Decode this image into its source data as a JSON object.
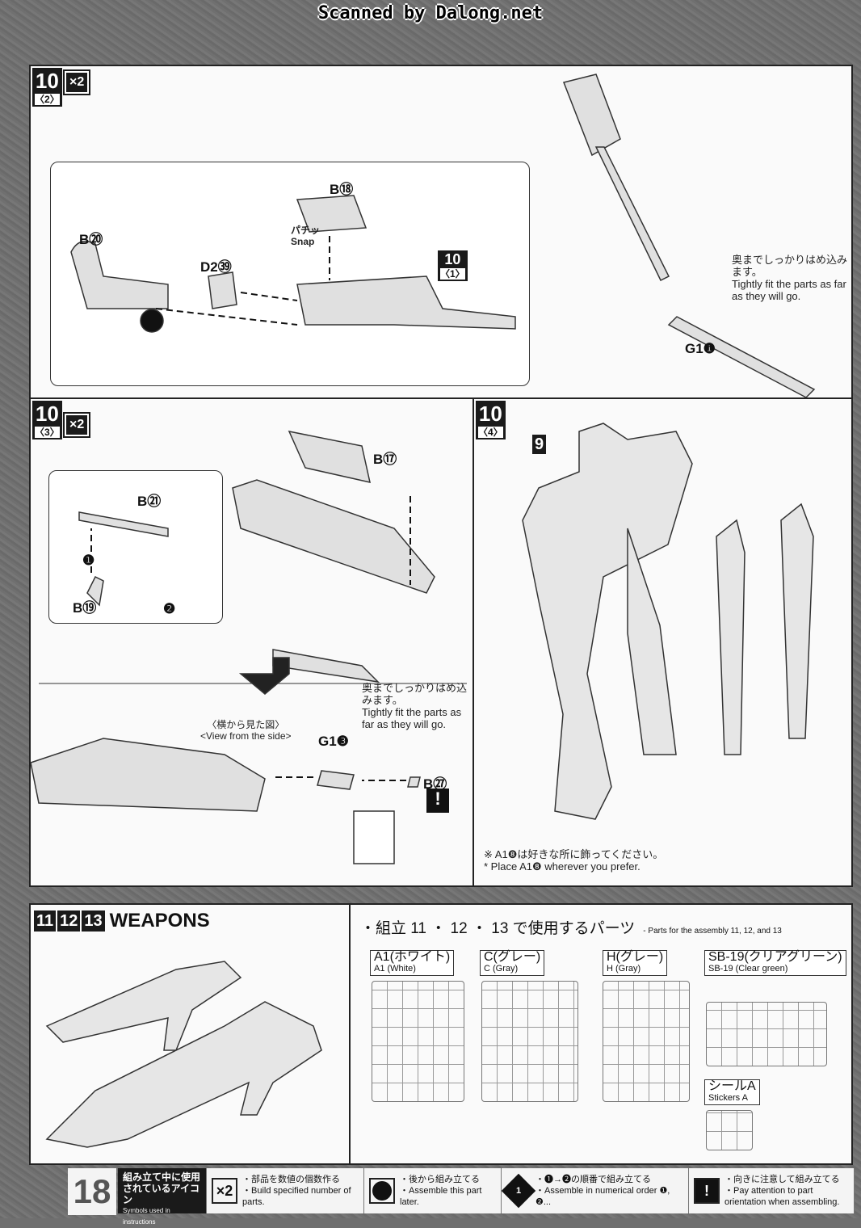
{
  "scan_header": "Scanned by Dalong.net",
  "page_number": "18",
  "step_10_2": {
    "step": "10",
    "sub": "〈2〉",
    "multiplier": "×2",
    "parts": [
      "B⑳",
      "B⑱",
      "D2㊴"
    ],
    "snap_jp": "パチッ",
    "snap_en": "Snap",
    "ref_step": "10",
    "ref_sub": "〈1〉",
    "note_jp": "奥までしっかりはめ込みます。",
    "note_en": "Tightly fit the parts as far as they will go.",
    "part_right": "G1❶"
  },
  "step_10_3": {
    "step": "10",
    "sub": "〈3〉",
    "multiplier": "×2",
    "parts": [
      "B㉑",
      "B⑲",
      "B⑰"
    ],
    "order_1": "❶",
    "order_2": "❷",
    "side_view_jp": "〈横から見た図〉",
    "side_view_en": "<View from the side>",
    "note_jp": "奥までしっかりはめ込みます。",
    "note_en": "Tightly fit the parts as far as they will go.",
    "part_g1": "G1❸",
    "part_b27": "B㉗"
  },
  "step_10_4": {
    "step": "10",
    "sub": "〈4〉",
    "ref_step": "9",
    "note_jp": "※ A1❽は好きな所に飾ってください。",
    "note_en": "* Place A1❽ wherever you prefer."
  },
  "weapons": {
    "steps": [
      "11",
      "12",
      "13"
    ],
    "title": "WEAPONS"
  },
  "parts_list": {
    "title_jp": "・組立 11 ・ 12 ・ 13 で使用するパーツ",
    "title_en": "- Parts for the assembly 11, 12, and 13",
    "runners": [
      {
        "jp": "A1(ホワイト)",
        "en": "A1 (White)"
      },
      {
        "jp": "C(グレー)",
        "en": "C (Gray)"
      },
      {
        "jp": "H(グレー)",
        "en": "H (Gray)"
      },
      {
        "jp": "SB-19(クリアグリーン)",
        "en": "SB-19 (Clear green)"
      }
    ],
    "sticker": {
      "jp": "シールA",
      "en": "Stickers A"
    }
  },
  "legend": {
    "title_jp": "組み立て中に使用されているアイコン",
    "title_en": "Symbols used in instructions",
    "items": [
      {
        "icon": "×2",
        "jp": "・部品を数値の個数作る",
        "en": "・Build specified number of parts."
      },
      {
        "icon": "",
        "jp": "・後から組み立てる",
        "en": "・Assemble this part later."
      },
      {
        "icon": "1",
        "jp": "・❶→❷の順番で組み立てる",
        "en": "・Assemble in numerical order ❶, ❷..."
      },
      {
        "icon": "!",
        "jp": "・向きに注意して組み立てる",
        "en": "・Pay attention to part orientation when assembling."
      }
    ]
  }
}
